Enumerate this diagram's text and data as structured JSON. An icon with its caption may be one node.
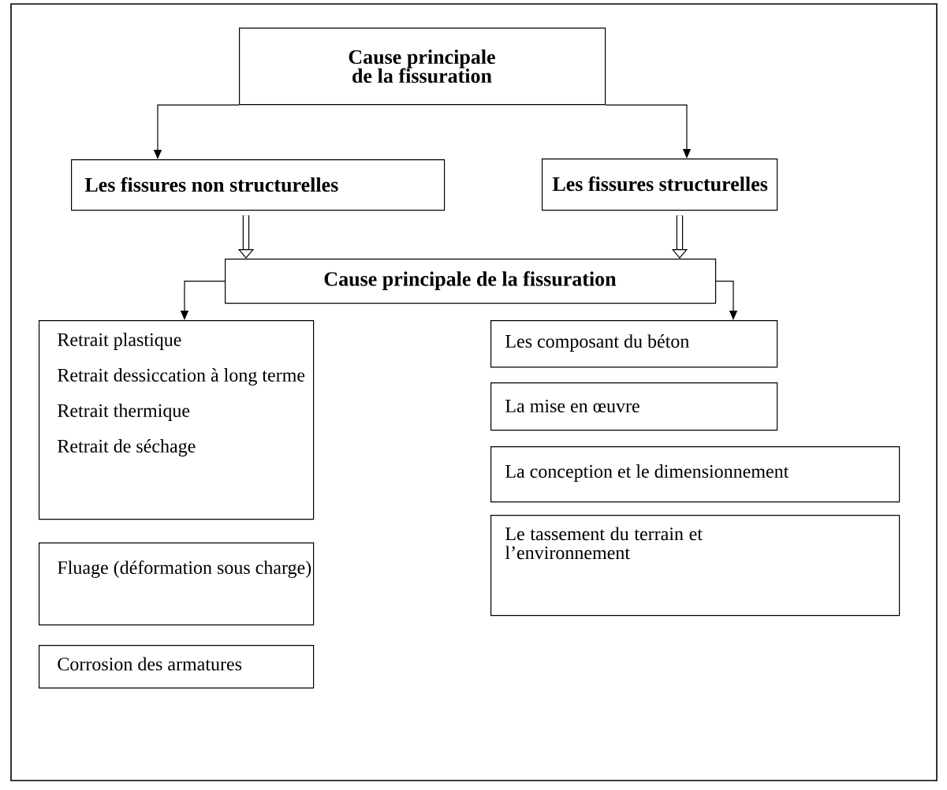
{
  "diagram": {
    "nodes": [
      {
        "text": [
          "Cause principale de la fissuration"
        ]
      },
      {
        "text": [
          "Les fissures non structurelles"
        ]
      },
      {
        "text": [
          "Les fissures structurelles"
        ]
      },
      {
        "text": [
          "Cause principale de la fissuration"
        ]
      },
      {
        "text": [
          "Retrait plastique",
          "Retrait dessiccation à long terme",
          "Retrait thermique",
          "Retrait de séchage"
        ]
      },
      {
        "text": [
          "Fluage (déformation sous charge)"
        ]
      },
      {
        "text": [
          "Corrosion des armatures"
        ]
      },
      {
        "text": [
          "Les composant du béton"
        ]
      },
      {
        "text": [
          "La mise en œuvre"
        ]
      },
      {
        "text": [
          "La conception et le dimensionnement"
        ]
      },
      {
        "text": [
          "Le tassement du terrain et l’environnement"
        ]
      }
    ],
    "edges": [
      {
        "from": 0,
        "to": 1,
        "arrow": "to"
      },
      {
        "from": 0,
        "to": 2,
        "arrow": "to"
      },
      {
        "from": 1,
        "to": 3,
        "arrow": "to",
        "style": "thick"
      },
      {
        "from": 2,
        "to": 3,
        "arrow": "to",
        "style": "thick"
      },
      {
        "from": 3,
        "to": 4,
        "arrow": "to"
      },
      {
        "from": 3,
        "to": 7,
        "arrow": "to"
      }
    ]
  }
}
